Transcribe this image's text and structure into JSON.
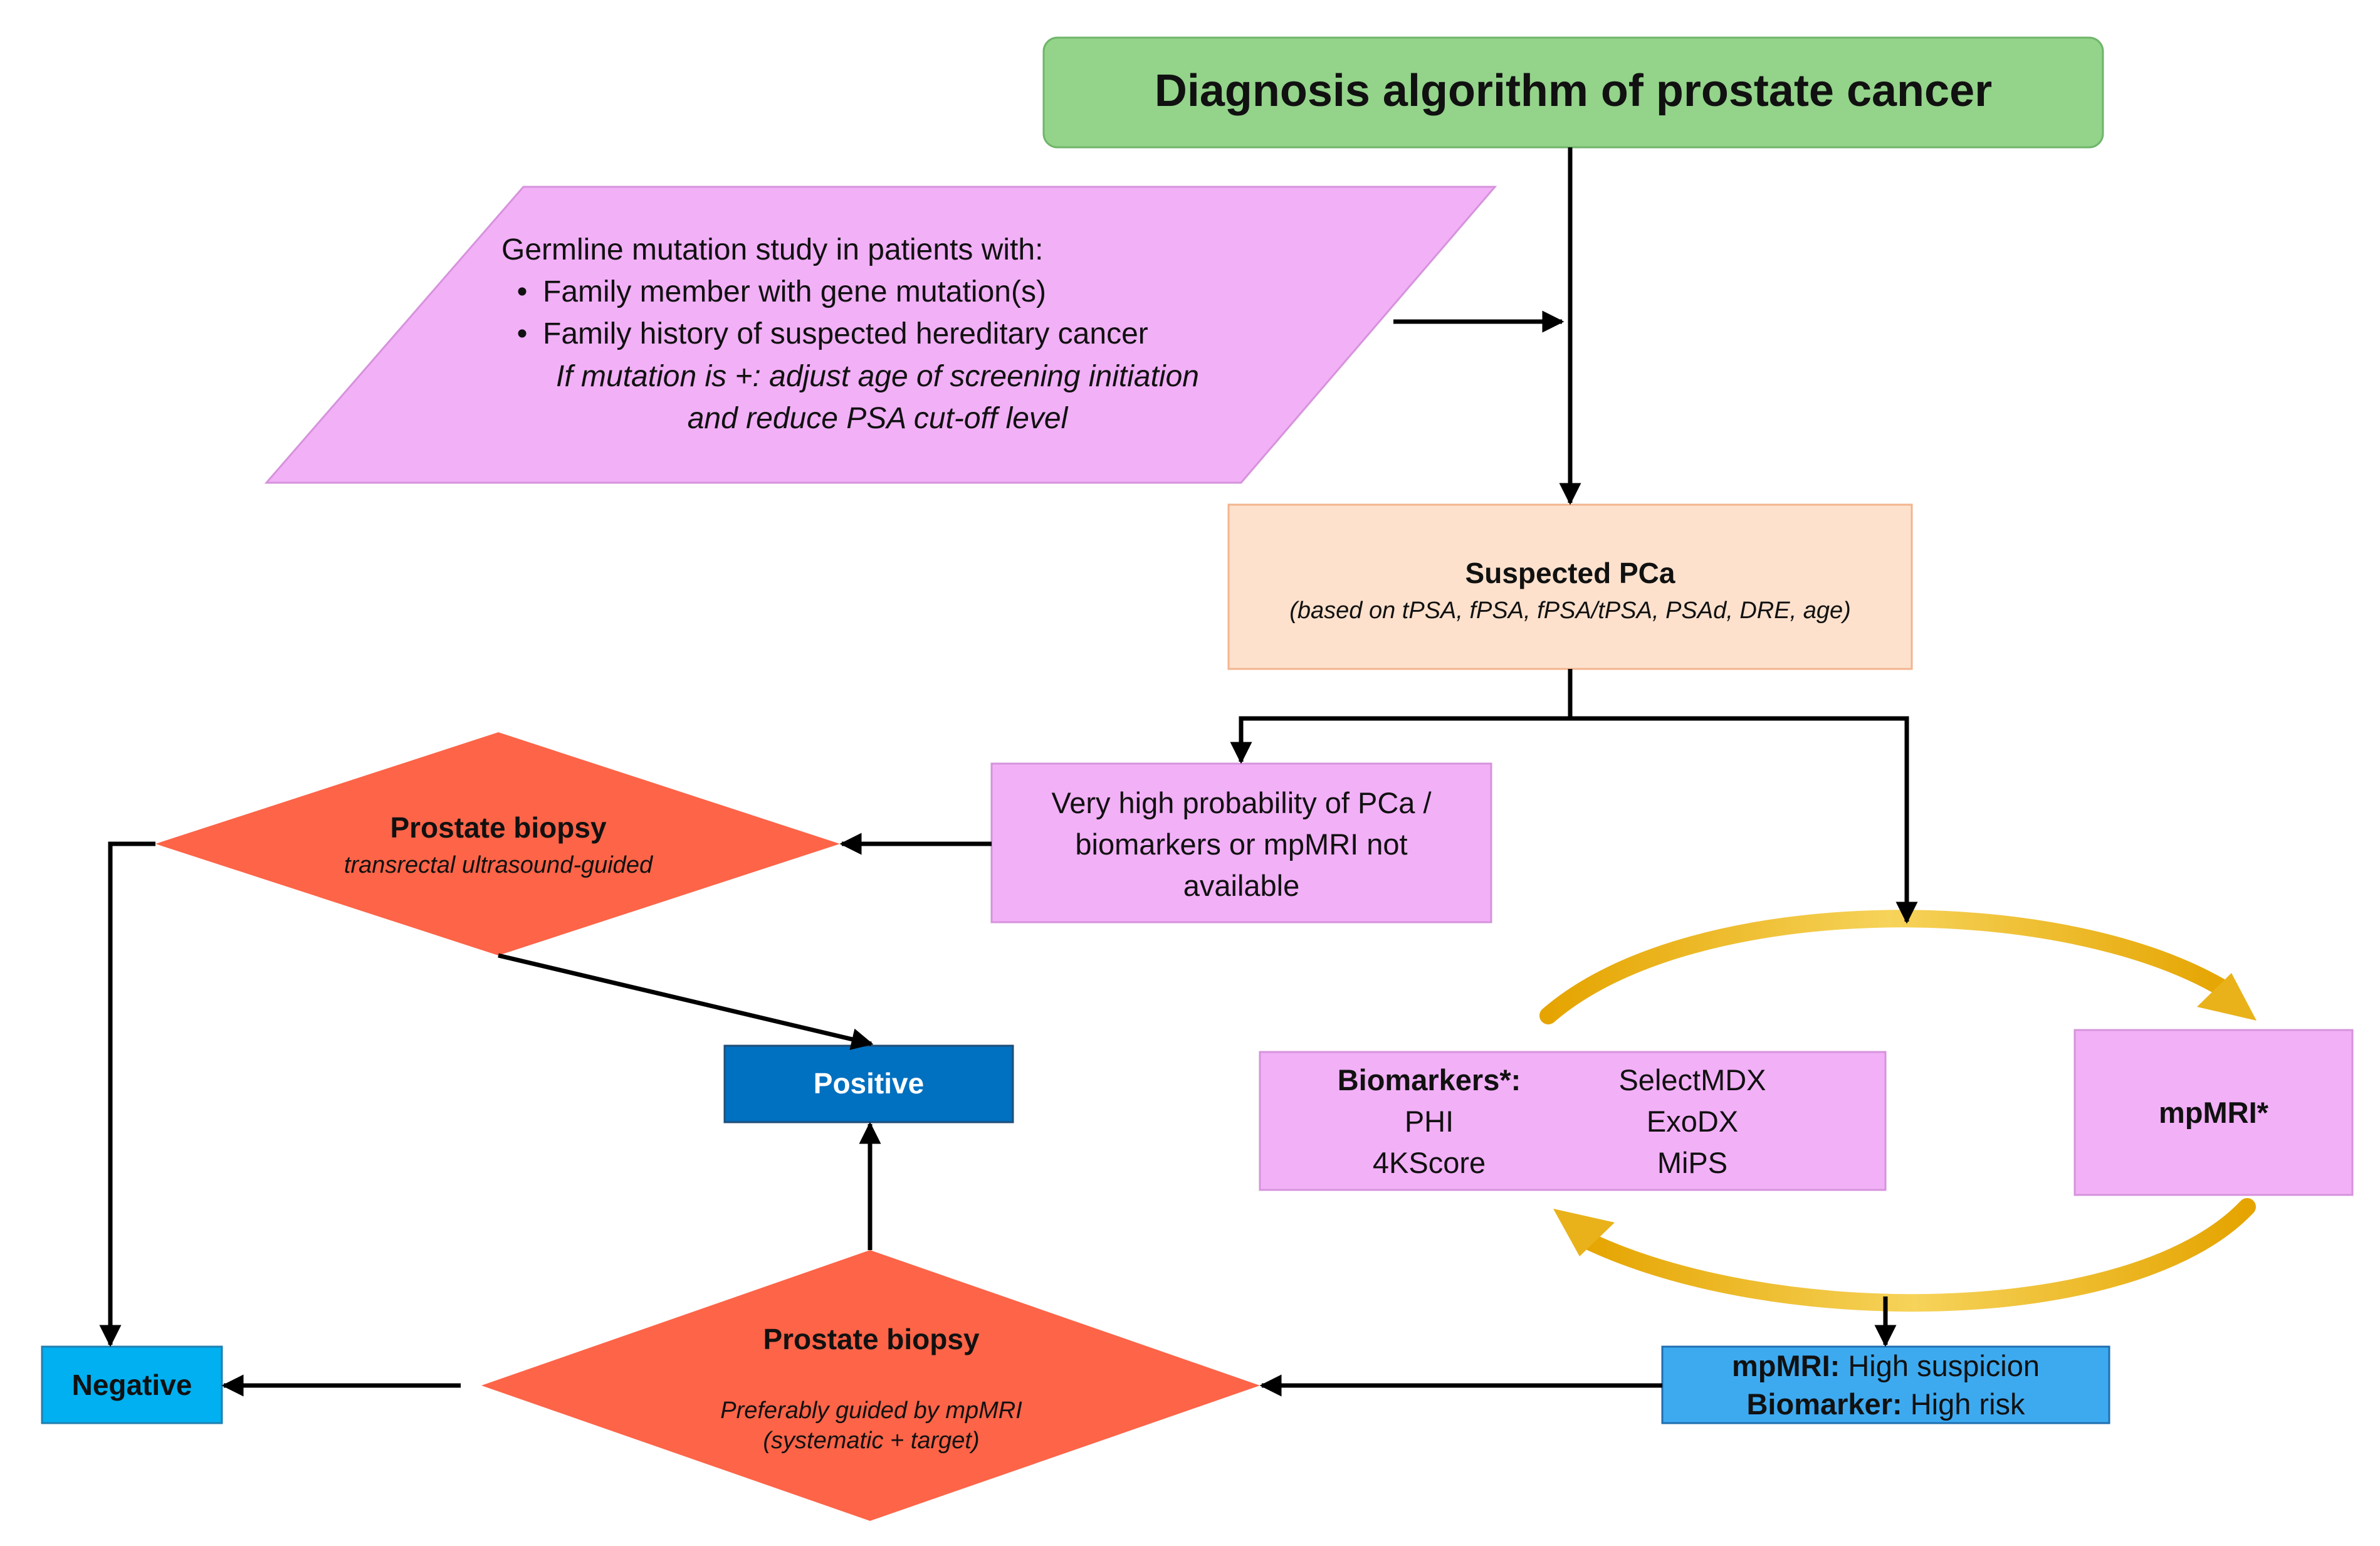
{
  "title": "Diagnosis algorithm of prostate cancer",
  "germline": {
    "heading": "Germline mutation study in patients with:",
    "bullets": [
      "Family member with gene mutation(s)",
      "Family history of suspected hereditary cancer"
    ],
    "note_line1": "If mutation is +: adjust age of screening initiation",
    "note_line2": "and reduce PSA cut-off level"
  },
  "suspected": {
    "title": "Suspected PCa",
    "subtitle": "(based on tPSA, fPSA, fPSA/tPSA, PSAd, DRE, age)"
  },
  "very_high": {
    "line1": "Very high probability of PCa /",
    "line2": "biomarkers or mpMRI not",
    "line3": "available"
  },
  "biopsy_trus": {
    "title": "Prostate biopsy",
    "subtitle": "transrectal ultrasound-guided"
  },
  "positive": "Positive",
  "negative": "Negative",
  "biomarkers": {
    "label": "Biomarkers*:",
    "items": [
      "SelectMDX",
      "PHI",
      "ExoDX",
      "4KScore",
      "MiPS"
    ]
  },
  "mpmri": "mpMRI*",
  "high_risk": {
    "label1": "mpMRI:",
    "value1": " High suspicion",
    "label2": "Biomarker:",
    "value2": " High risk"
  },
  "biopsy_mri": {
    "title": "Prostate biopsy",
    "subtitle1": "Preferably guided by mpMRI",
    "subtitle2": "(systematic + target)"
  },
  "colors": {
    "title_fill": "#93d38a",
    "germline_fill": "#f2b0f7",
    "suspected_fill": "#fde1cd",
    "diamond_fill": "#fd6448",
    "positive_fill": "#0070c0",
    "negative_fill": "#00b0f0",
    "highrisk_fill": "#3daaf0",
    "cycle_arrow": "#e9b21a"
  }
}
